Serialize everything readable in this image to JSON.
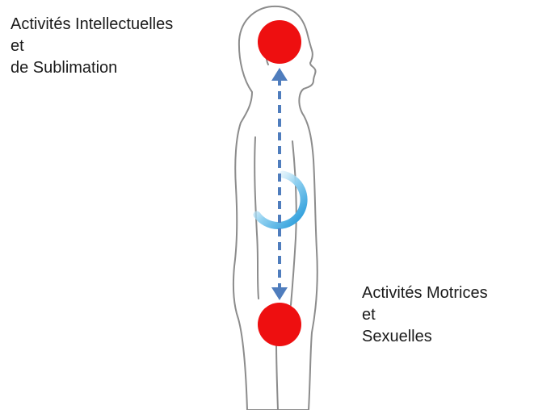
{
  "top_label": {
    "line1": "Activités Intellectuelles",
    "line2": "et",
    "line3": "de Sublimation"
  },
  "bottom_label": {
    "line1": "Activités Motrices",
    "line2": "et",
    "line3": "Sexuelles"
  },
  "colors": {
    "energy_center": "#ee0f10",
    "arrow": "#4f7dbd",
    "spiral": "#2aa3e0",
    "body_outline": "#8c8c8c"
  },
  "icons": {
    "head_center": "red-circle",
    "base_center": "red-circle",
    "axis": "dashed-double-arrow",
    "core": "circular-spiral"
  }
}
